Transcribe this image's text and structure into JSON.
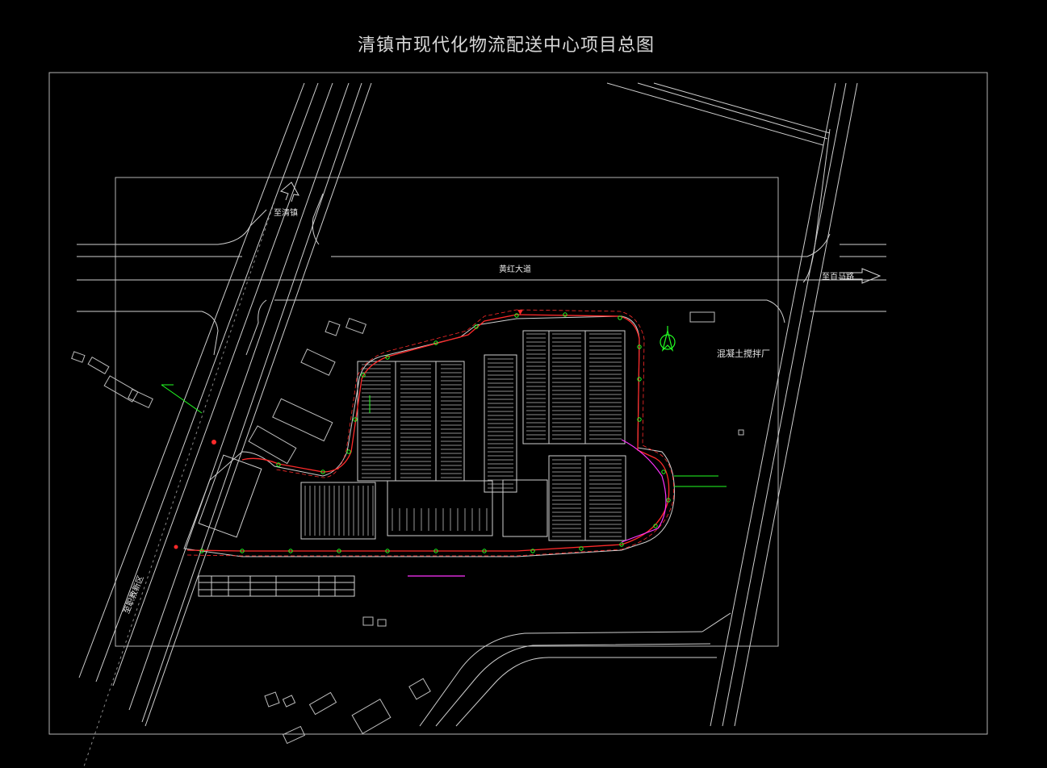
{
  "title": "清镇市现代化物流配送中心项目总图",
  "labels": {
    "road_north": "黄红大道",
    "to_qingzhen": "至清镇",
    "to_baima": "至百马路",
    "to_new_district": "至职教新区",
    "concrete_plant": "混凝土搅拌厂"
  },
  "colors": {
    "background": "#000000",
    "linework": "#c8c8c8",
    "green": "#22ff22",
    "red": "#ff2a2a",
    "magenta": "#ff33ff"
  },
  "icons": {
    "north_arrow": "north-arrow-icon",
    "direction_arrow": "direction-arrow-icon"
  }
}
